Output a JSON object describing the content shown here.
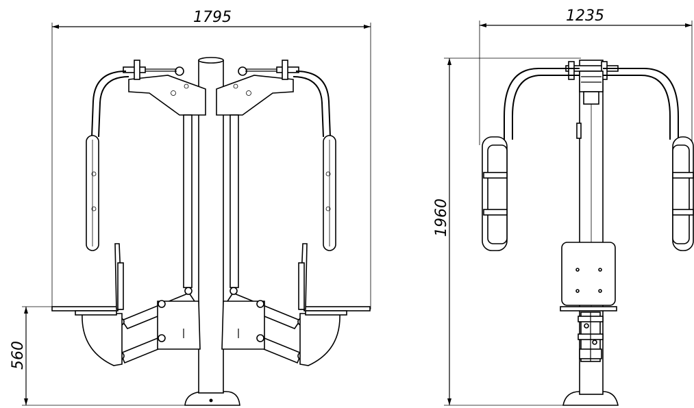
{
  "dimensions": {
    "front_width": "1795",
    "side_width": "1235",
    "height": "1960",
    "seat_height": "560"
  }
}
